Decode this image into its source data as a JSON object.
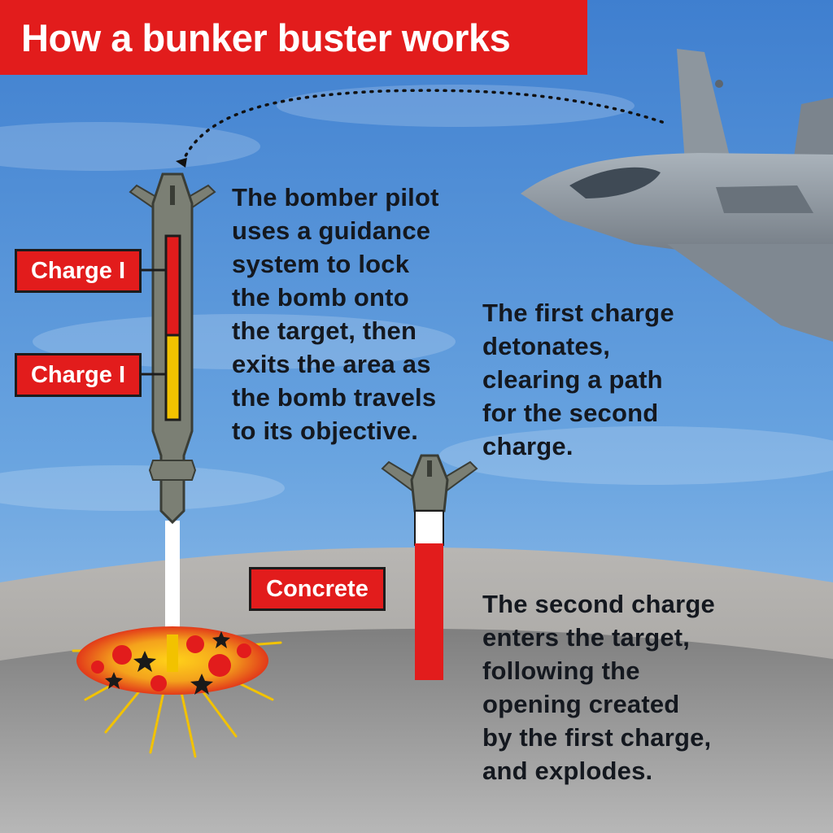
{
  "title": "How a bunker buster works",
  "labels": {
    "charge_upper": "Charge I",
    "charge_lower": "Charge I",
    "concrete": "Concrete"
  },
  "captions": {
    "guidance": [
      "The bomber pilot",
      "uses a guidance",
      "system to lock",
      "the bomb onto",
      "the target, then",
      "exits the area as",
      "the bomb travels",
      "to its objective."
    ],
    "first_charge": [
      "The first charge",
      "detonates,",
      "clearing a path",
      "for the second",
      "charge."
    ],
    "second_charge": [
      "The second charge",
      "enters the target,",
      "following the",
      "opening created",
      "by the first charge,",
      "and explodes."
    ]
  },
  "colors": {
    "accent_red": "#e21c1c",
    "charge_yellow": "#f2c200",
    "sky": "#4f8fd6",
    "bomb_gray": "#7b7f74",
    "ground": "#8d8d8d"
  },
  "icons": [
    "fighter-jet-icon",
    "bomb-icon",
    "explosion-icon"
  ]
}
